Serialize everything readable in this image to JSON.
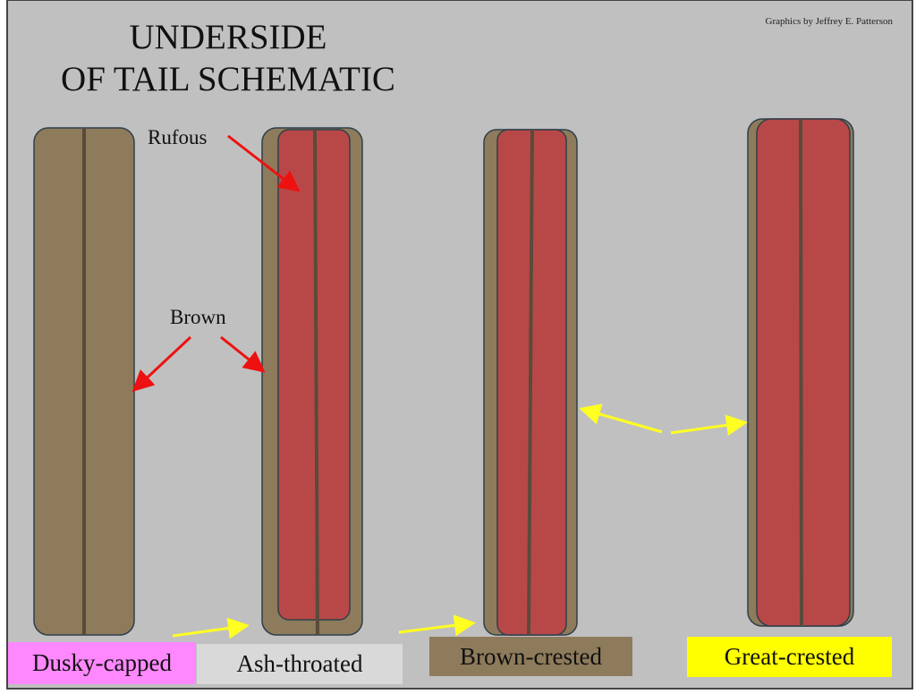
{
  "title": {
    "line1": "UNDERSIDE",
    "line2": "OF TAIL SCHEMATIC"
  },
  "credit": "Graphics by Jeffrey E. Patterson",
  "annotations": {
    "rufous": "Rufous",
    "brown": "Brown"
  },
  "species": [
    {
      "name": "Dusky-capped",
      "label_color": "#ff88ff"
    },
    {
      "name": "Ash-throated",
      "label_color": "#d9d9d9"
    },
    {
      "name": "Brown-crested",
      "label_color": "#8e7b5b"
    },
    {
      "name": "Great-crested",
      "label_color": "#ffff00"
    }
  ],
  "colors": {
    "background": "#c0c0c0",
    "brown": "#8e7b5b",
    "rufous": "#b84848",
    "shaft": "#5a4a3a",
    "red_arrow": "#ee1111",
    "yellow_arrow": "#ffff22"
  }
}
